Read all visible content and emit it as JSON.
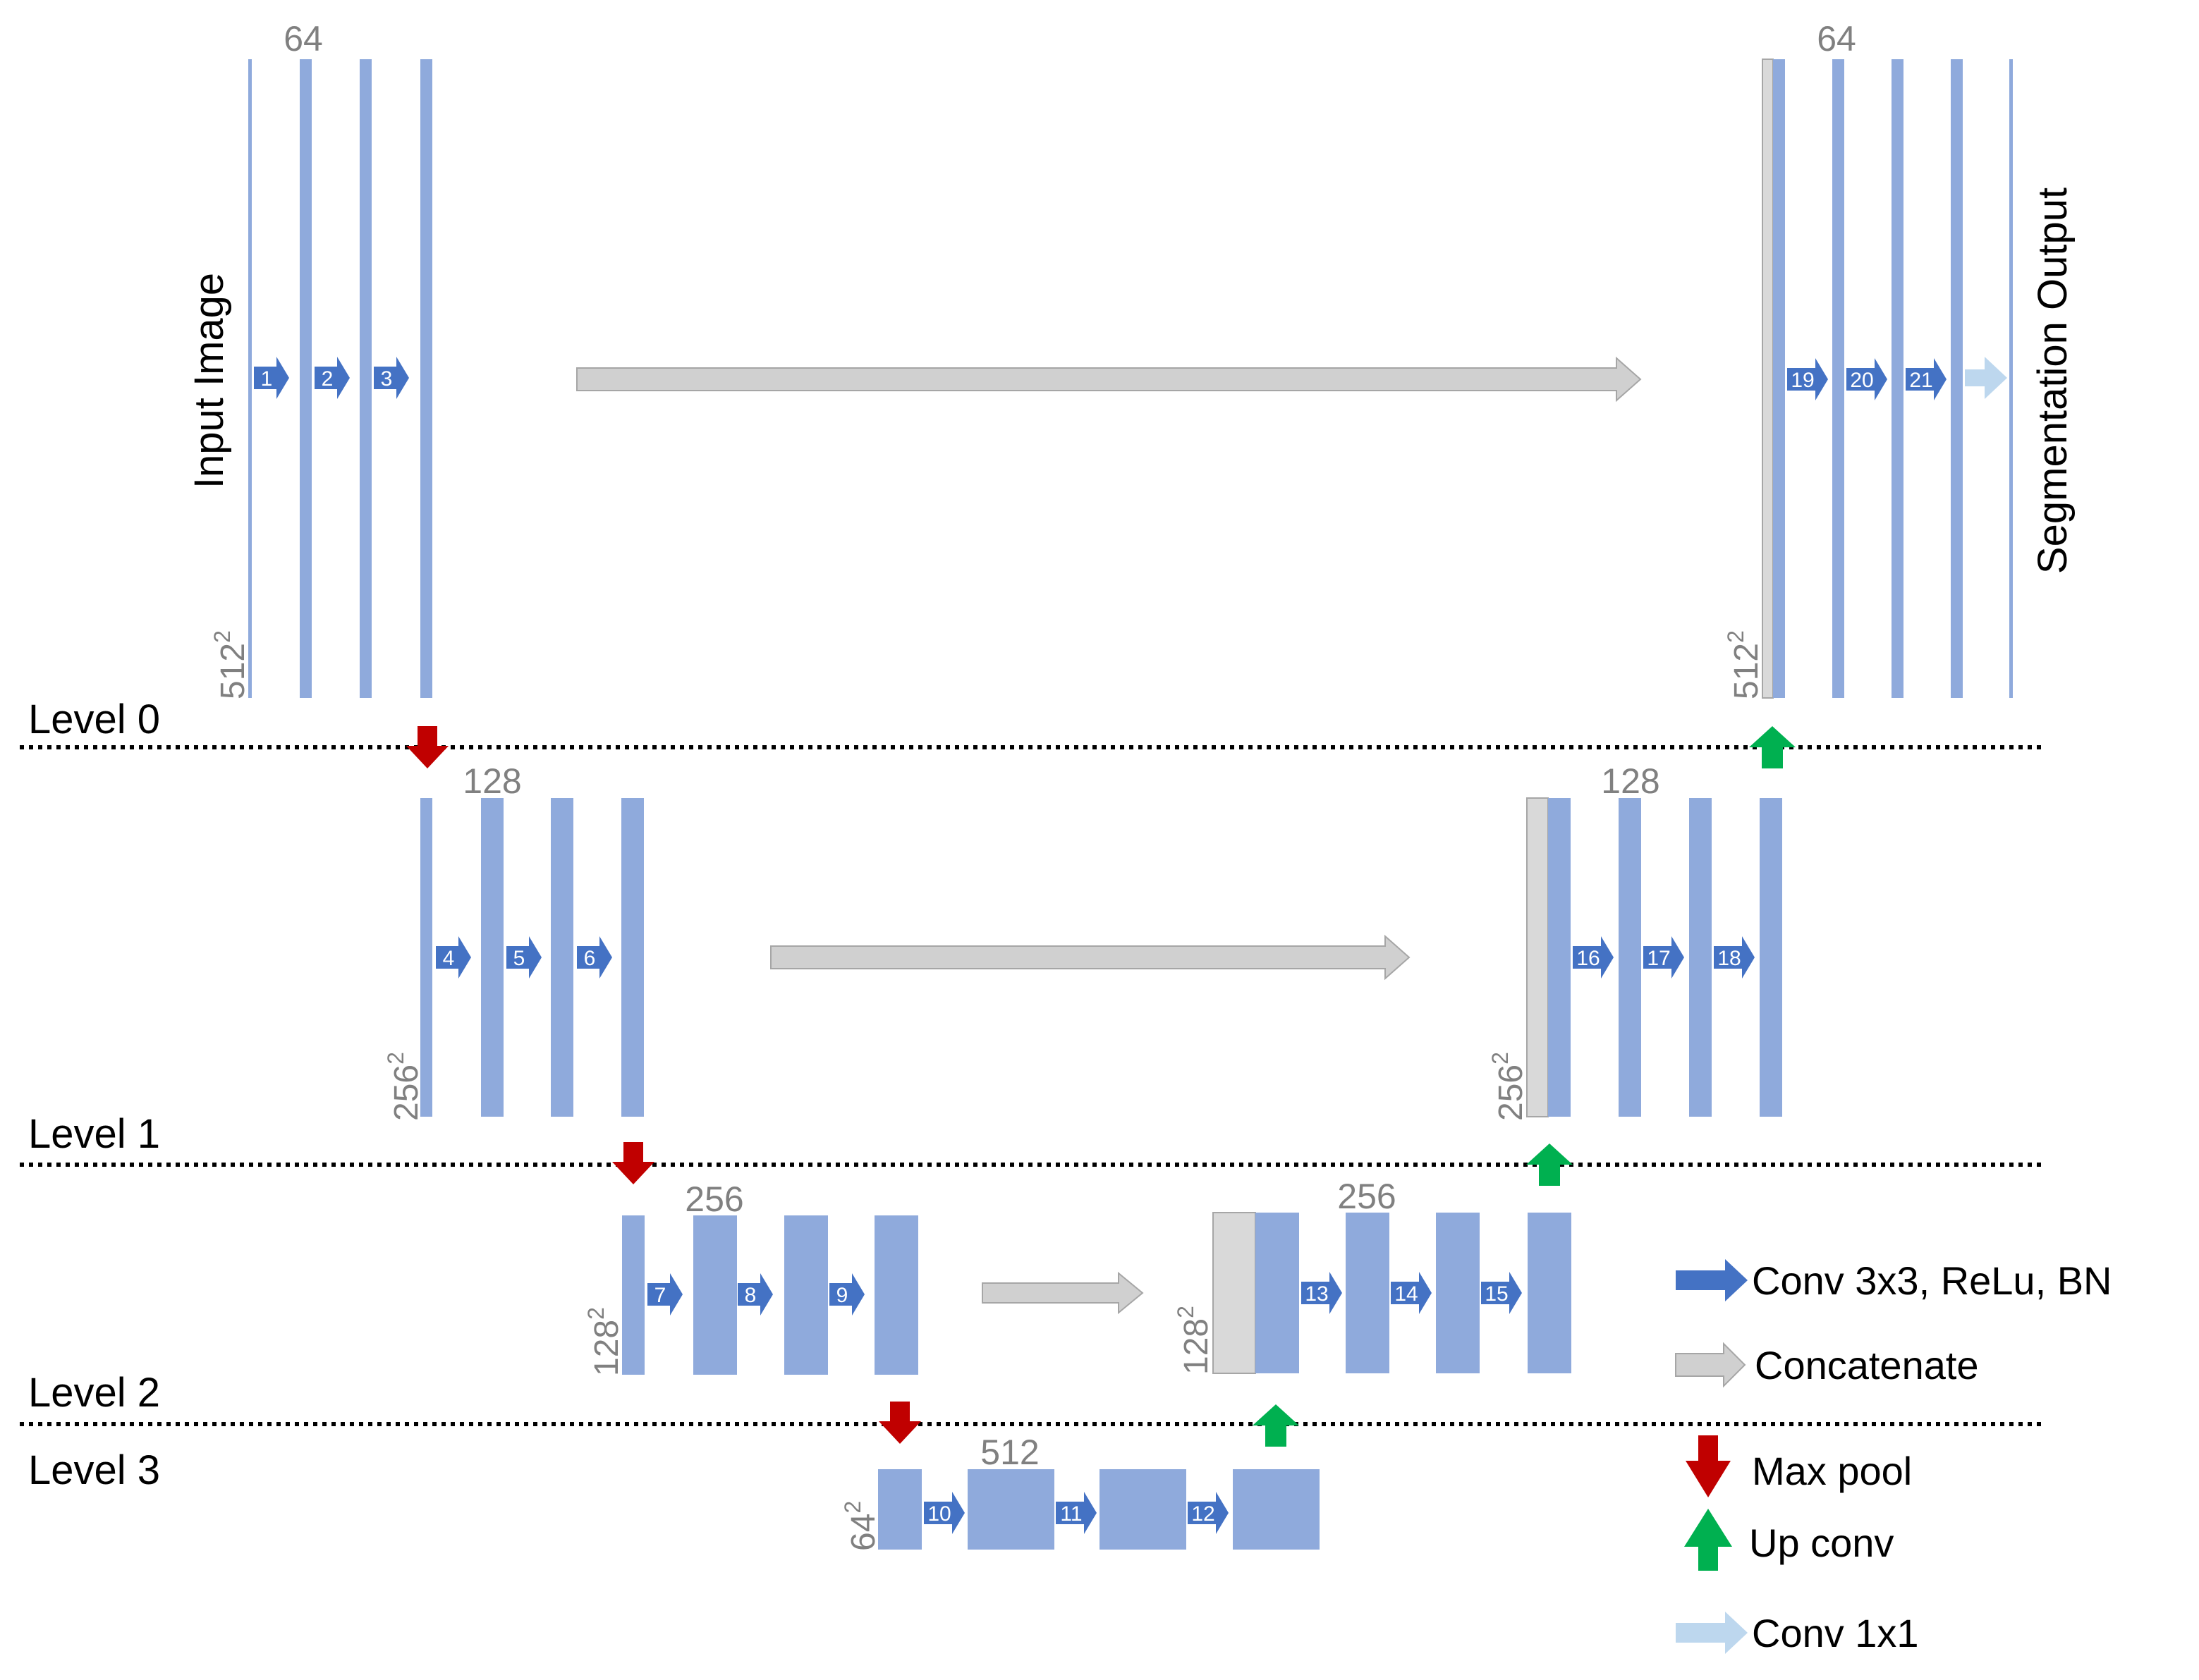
{
  "colors": {
    "block": "#8faadc",
    "conv_arrow": "#4472c4",
    "concat_arrow": "#d0d0d0",
    "concat_block": "#d9d9d9",
    "maxpool": "#c00000",
    "upconv": "#00b050",
    "conv1x1": "#bdd7ee",
    "dim_text": "#808080"
  },
  "levels": [
    "Level 0",
    "Level 1",
    "Level 2",
    "Level 3"
  ],
  "io": {
    "input": "Input Image",
    "output": "Segmentation Output"
  },
  "channels": {
    "enc0": "64",
    "dec0": "64",
    "enc1": "128",
    "dec1": "128",
    "enc2": "256",
    "dec2": "256",
    "bottom": "512"
  },
  "sizes": {
    "enc0": "512",
    "dec0": "512",
    "enc1": "256",
    "dec1": "256",
    "enc2": "128",
    "dec2": "128",
    "bottom": "64",
    "exp": "2"
  },
  "conv_numbers": [
    "1",
    "2",
    "3",
    "4",
    "5",
    "6",
    "7",
    "8",
    "9",
    "10",
    "11",
    "12",
    "13",
    "14",
    "15",
    "16",
    "17",
    "18",
    "19",
    "20",
    "21"
  ],
  "legend": {
    "conv": "Conv 3x3, ReLu, BN",
    "concat": "Concatenate",
    "maxpool": "Max pool",
    "upconv": "Up conv",
    "conv1x1": "Conv 1x1"
  }
}
